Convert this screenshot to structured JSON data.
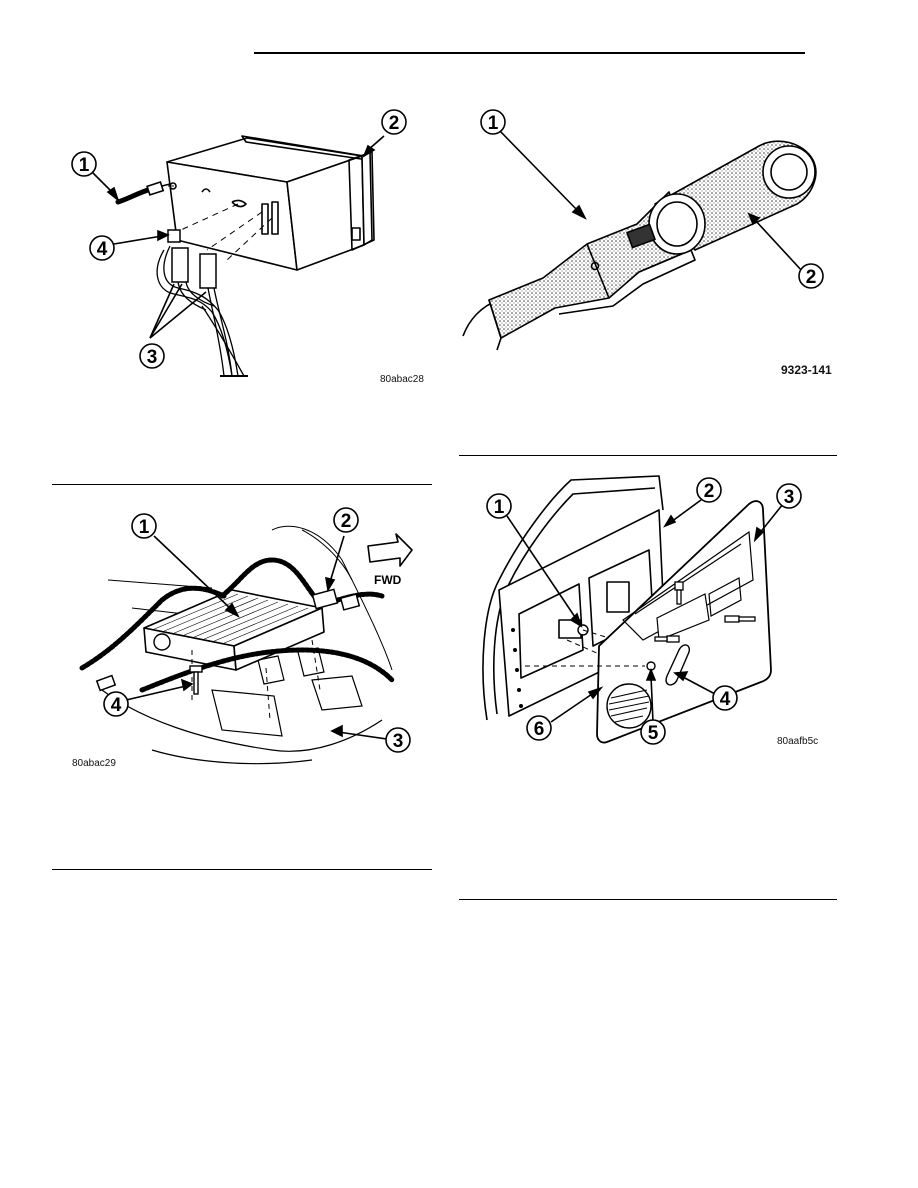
{
  "figures": {
    "radio": {
      "code": "80abac28",
      "callouts": [
        "1",
        "2",
        "3",
        "4"
      ]
    },
    "crank": {
      "code": "9323-141",
      "callouts": [
        "1",
        "2"
      ]
    },
    "amplifier": {
      "code": "80abac29",
      "fwd_label": "FWD",
      "callouts": [
        "1",
        "2",
        "3",
        "4"
      ]
    },
    "door_trim": {
      "code": "80aafb5c",
      "callouts": [
        "1",
        "2",
        "3",
        "4",
        "5",
        "6"
      ]
    }
  }
}
